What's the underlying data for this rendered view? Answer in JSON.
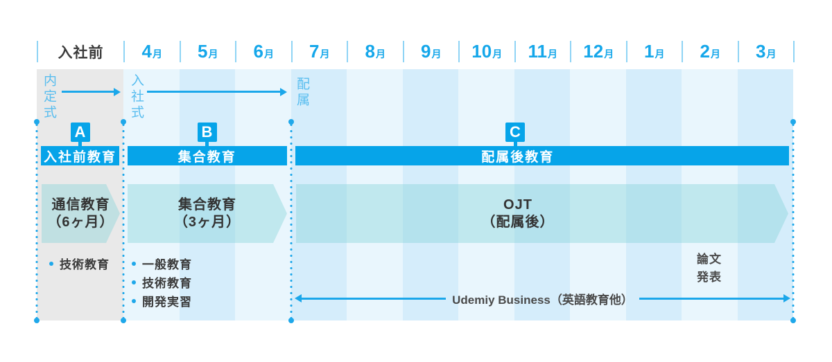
{
  "colors": {
    "accent_blue": "#06a4e9",
    "tick_blue": "#8fd4f5",
    "milestone_text_blue": "#58bdef",
    "column_light": "#e9f6fd",
    "column_dark": "#d5edfb",
    "column_gray": "#e9e9e9",
    "chevron_teal": "rgba(135,212,216,0.42)",
    "dark_text": "#3b3b3b",
    "bar_text": "#ffffff"
  },
  "header": {
    "pre_label": "入社前",
    "month_suffix": "月",
    "months": [
      "4",
      "5",
      "6",
      "7",
      "8",
      "9",
      "10",
      "11",
      "12",
      "1",
      "2",
      "3"
    ]
  },
  "milestones": {
    "naitei_label": "内定式",
    "nyusha_label": "入社式",
    "haizoku_label": "配属"
  },
  "sections": [
    {
      "badge": "A",
      "bar_label": "入社前教育",
      "arrow_line1": "通信教育",
      "arrow_line2": "（6ヶ月）",
      "bullets": [
        "技術教育"
      ]
    },
    {
      "badge": "B",
      "bar_label": "集合教育",
      "arrow_line1": "集合教育",
      "arrow_line2": "（3ヶ月）",
      "bullets": [
        "一般教育",
        "技術教育",
        "開発実習"
      ]
    },
    {
      "badge": "C",
      "bar_label": "配属後教育",
      "arrow_line1": "OJT",
      "arrow_line2": "（配属後）",
      "bullets": []
    }
  ],
  "notes": {
    "ronbun_line1": "論文",
    "ronbun_line2": "発表",
    "udemy_label": "Udemiy Business（英語教育他）"
  }
}
